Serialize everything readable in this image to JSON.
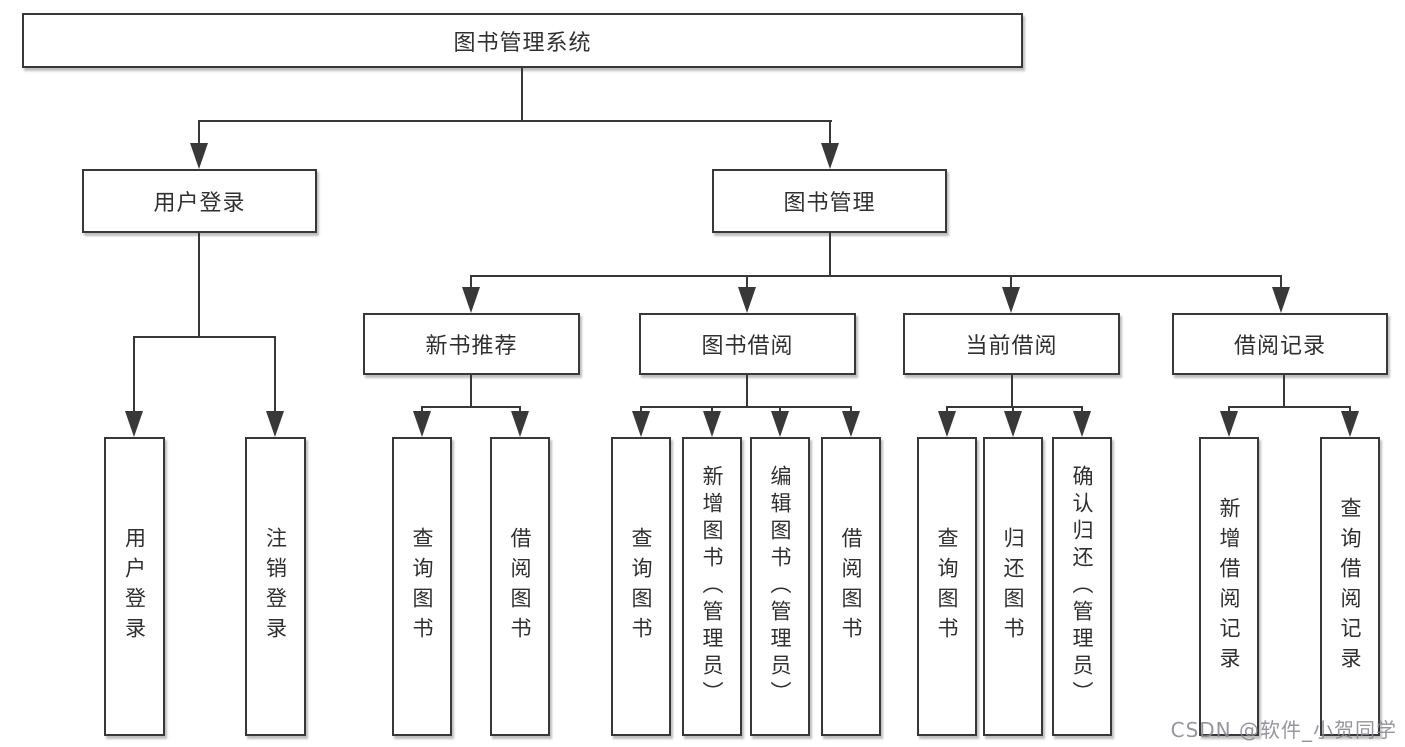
{
  "root": {
    "label": "图书管理系统"
  },
  "level2": [
    {
      "label": "用户登录"
    },
    {
      "label": "图书管理"
    }
  ],
  "level3": [
    {
      "label": "新书推荐"
    },
    {
      "label": "图书借阅"
    },
    {
      "label": "当前借阅"
    },
    {
      "label": "借阅记录"
    }
  ],
  "level4": {
    "user_login": [
      {
        "label": "用户登录"
      },
      {
        "label": "注销登录"
      }
    ],
    "new_book_recommend": [
      {
        "label": "查询图书"
      },
      {
        "label": "借阅图书"
      }
    ],
    "book_borrowing": [
      {
        "label": "查询图书"
      },
      {
        "label": "新增图书（管理员）"
      },
      {
        "label": "编辑图书（管理员）"
      },
      {
        "label": "借阅图书"
      }
    ],
    "current_borrowing": [
      {
        "label": "查询图书"
      },
      {
        "label": "归还图书"
      },
      {
        "label": "确认归还（管理员）"
      }
    ],
    "borrowing_records": [
      {
        "label": "新增借阅记录"
      },
      {
        "label": "查询借阅记录"
      }
    ]
  },
  "watermark": "CSDN @软件_小贺同学",
  "colors": {
    "line": "#383838",
    "text": "#303030",
    "box_fill": "#ffffff",
    "watermark": "#8a8a92"
  }
}
